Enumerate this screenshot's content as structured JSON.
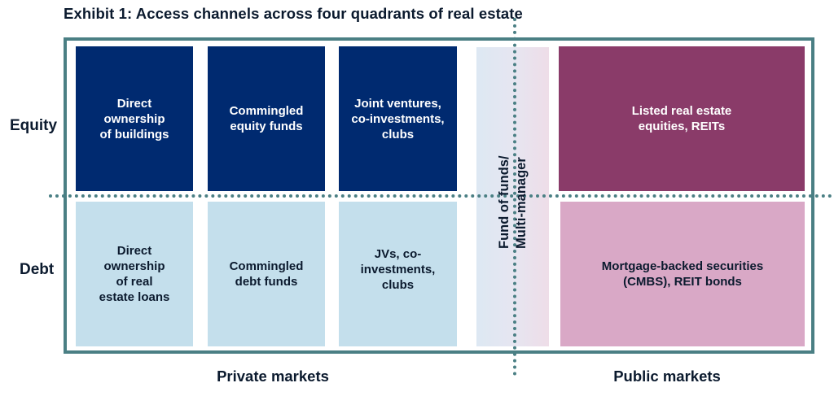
{
  "title": "Exhibit 1: Access channels across four quadrants of real estate",
  "rows": {
    "equity": "Equity",
    "debt": "Debt"
  },
  "columns": {
    "private": "Private markets",
    "public": "Public markets"
  },
  "equity_private": [
    "Direct\nownership\nof buildings",
    "Commingled\nequity funds",
    "Joint ventures,\nco-investments,\nclubs"
  ],
  "debt_private": [
    "Direct\nownership\nof real\nestate loans",
    "Commingled\ndebt funds",
    "JVs, co-investments,\nclubs"
  ],
  "fund_of_funds": "Fund of funds/\nMulti-manager",
  "equity_public": "Listed real estate\nequities, REITs",
  "debt_public": "Mortgage-backed securities\n(CMBS), REIT bonds",
  "colors": {
    "equity_private": "#002a70",
    "debt_private": "#c4dfec",
    "equity_public": "#8a3b69",
    "debt_public": "#d9a8c6",
    "frame": "#4a7f84"
  }
}
